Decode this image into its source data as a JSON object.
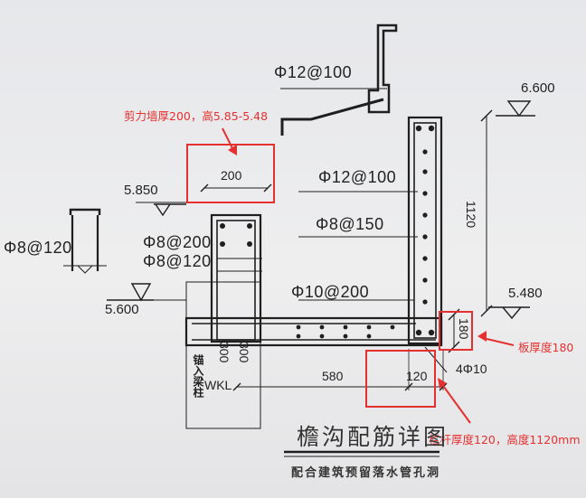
{
  "rebar_labels": {
    "top_bar": "Φ12@100",
    "wall_vertical": "Φ12@100",
    "wall_horizontal": "Φ8@150",
    "left_stub": "Φ8@120",
    "beam_stirrup_1": "Φ8@200",
    "beam_stirrup_2": "Φ8@120",
    "slab_bar": "Φ10@200",
    "corner_bars": "4Φ10"
  },
  "elevations": {
    "top_right": "6.600",
    "left_upper": "5.850",
    "left_lower": "5.600",
    "right_mid": "5.480"
  },
  "dimensions": {
    "wall_thickness": "200",
    "vertical_height": "1120",
    "slab_thickness": "180",
    "slab_length": "580",
    "parapet_thickness": "120",
    "beam_dim_1": "300",
    "beam_dim_2": "300"
  },
  "labels": {
    "anchor_note": "锚入梁柱",
    "beam_name": "WKL"
  },
  "annotations": {
    "shear_wall": "剪力墙厚200，高5.85-5.48",
    "slab": "板厚度180",
    "parapet": "栏杆厚度120，高度1120mm"
  },
  "titles": {
    "main": "檐沟配筋详图",
    "sub": "配合建筑预留落水管孔洞"
  },
  "colors": {
    "annotation": "#e53030",
    "line": "#1f1f1f"
  }
}
